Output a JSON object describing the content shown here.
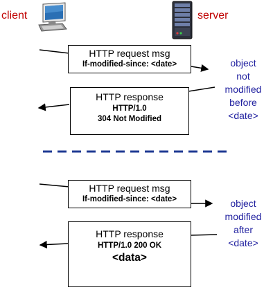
{
  "labels": {
    "client": "client",
    "server": "server"
  },
  "exchange_not_modified": {
    "request": {
      "title": "HTTP request msg",
      "header": "If-modified-since: <date>"
    },
    "response": {
      "title": "HTTP response",
      "status_line1": "HTTP/1.0",
      "status_line2": "304 Not Modified"
    },
    "note": [
      "object",
      "not",
      "modified",
      "before",
      "<date>"
    ]
  },
  "exchange_modified": {
    "request": {
      "title": "HTTP request msg",
      "header": "If-modified-since: <date>"
    },
    "response": {
      "title": "HTTP response",
      "status_line": "HTTP/1.0 200 OK",
      "body": "<data>"
    },
    "note": [
      "object",
      "modified",
      "after",
      "<date>"
    ]
  },
  "colors": {
    "label_red": "#c00000",
    "note_blue": "#1f1f9f",
    "divider_blue": "#1f3a93"
  },
  "icons": {
    "client": "desktop-computer-icon",
    "server": "server-tower-icon"
  }
}
